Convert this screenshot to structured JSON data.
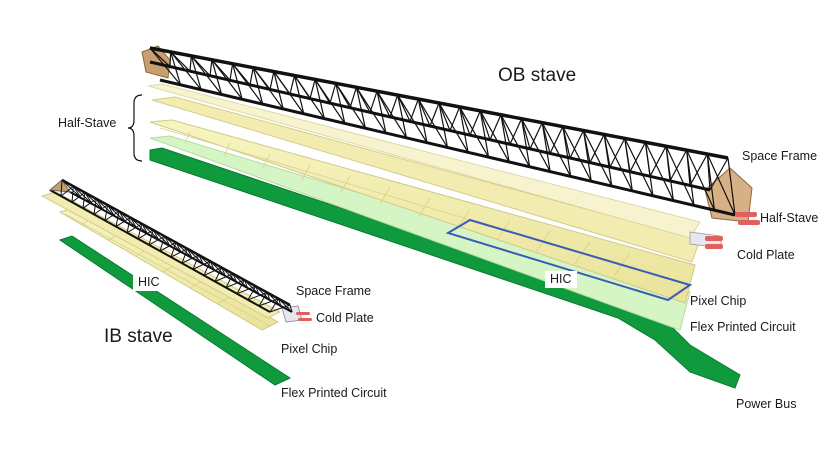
{
  "diagram": {
    "titles": {
      "ob_stave": "OB stave",
      "ib_stave": "IB stave"
    },
    "ob_labels": {
      "half_stave_left": "Half-Stave",
      "space_frame": "Space Frame",
      "half_stave_right": "Half-Stave",
      "cold_plate": "Cold Plate",
      "hic": "HIC",
      "pixel_chip": "Pixel Chip",
      "flex_printed_circuit": "Flex Printed Circuit",
      "power_bus": "Power Bus"
    },
    "ib_labels": {
      "hic": "HIC",
      "space_frame": "Space Frame",
      "cold_plate": "Cold Plate",
      "pixel_chip": "Pixel Chip",
      "flex_printed_circuit": "Flex Printed Circuit"
    },
    "colors": {
      "frame": "#111111",
      "chip_yellow": "#f3efa6",
      "light_green": "#d6f5c4",
      "dark_green": "#0f9a3e",
      "hic_outline": "#3b5bb5",
      "pipe": "#e06060",
      "support": "#c8a070"
    }
  }
}
